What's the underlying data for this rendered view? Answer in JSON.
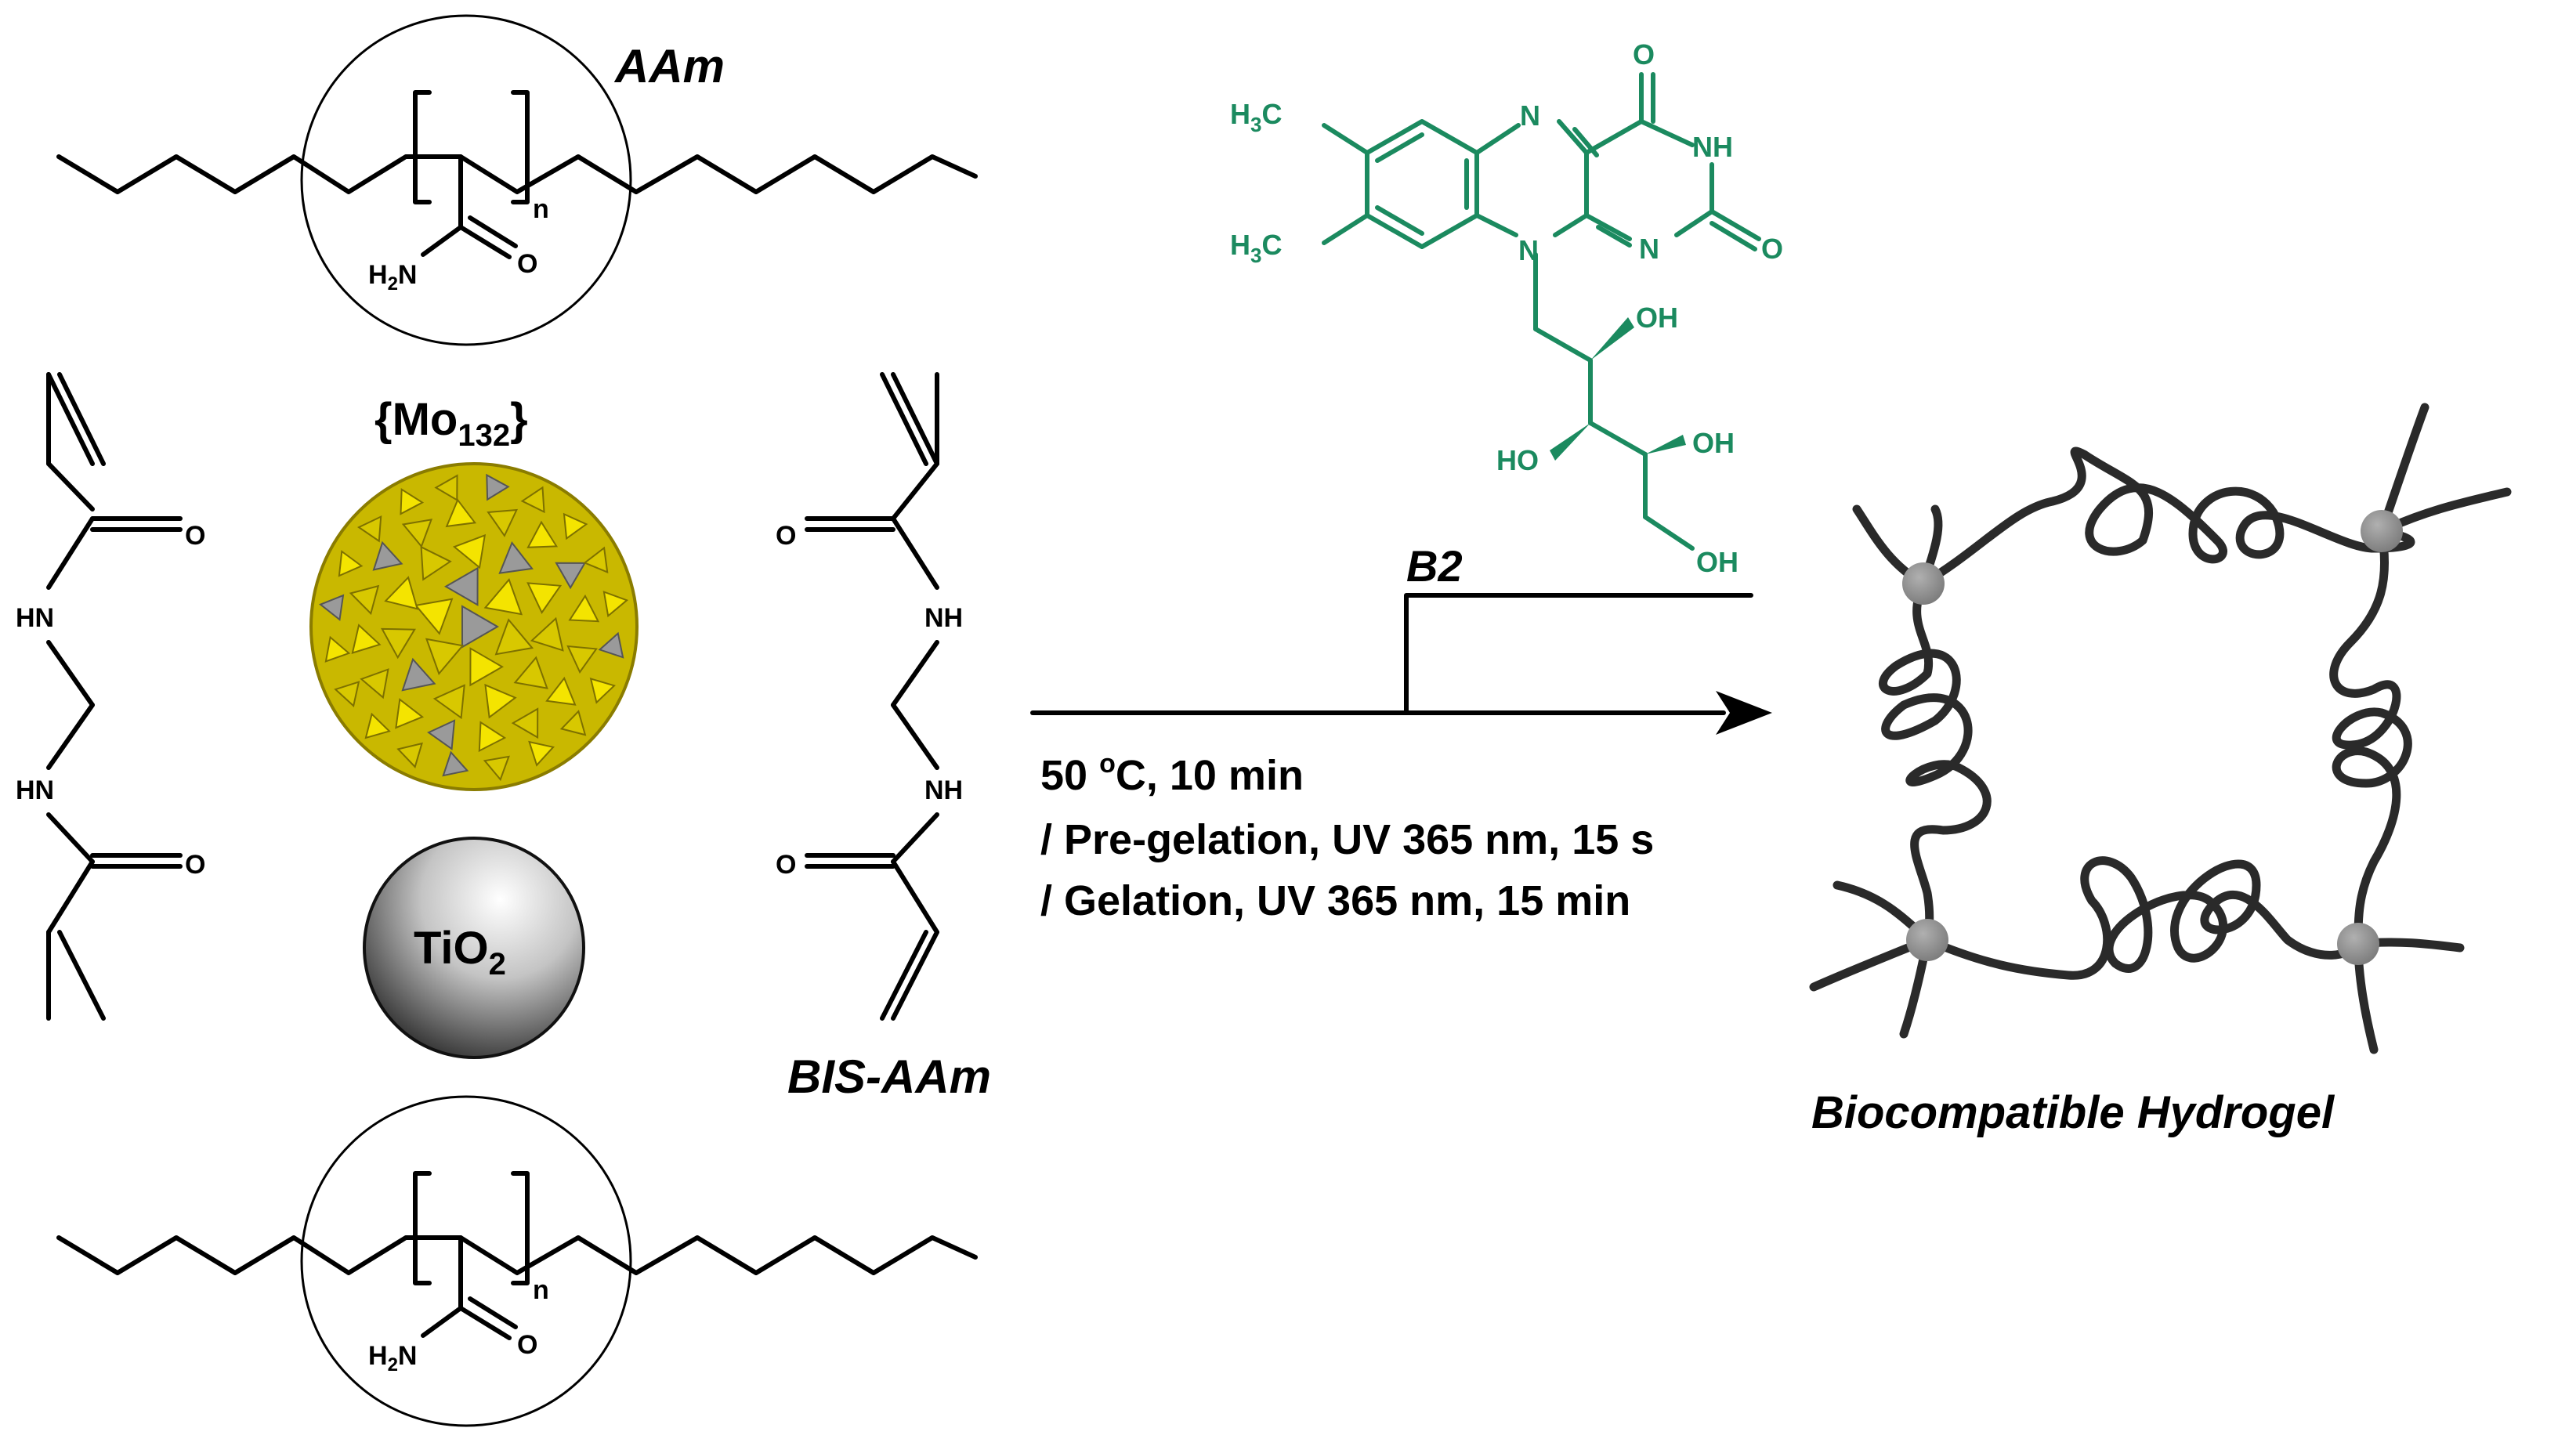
{
  "labels": {
    "aam": "AAm",
    "mo132": "{Mo",
    "mo132_sub": "132",
    "mo132_close": "}",
    "tio2": "TiO",
    "tio2_sub": "2",
    "bis_aam": "BIS-AAm",
    "b2": "B2",
    "product": "Biocompatible Hydrogel",
    "repeat_n": "n"
  },
  "atoms": {
    "o": "O",
    "hn": "HN",
    "nh": "NH",
    "n": "N",
    "oh": "OH",
    "ho": "HO",
    "h2n": "H",
    "h2n_sub": "2",
    "h2n_n": "N",
    "h3c": "H",
    "h3c_sub": "3",
    "h3c_c": "C"
  },
  "conditions": {
    "line1_pre": "50 ",
    "line1_sup": "o",
    "line1_post": "C, 10 min",
    "line2": "/ Pre-gelation, UV 365 nm, 15 s",
    "line3": "/ Gelation, UV 365 nm, 15 min"
  },
  "colors": {
    "riboflavin": "#1b8a5f",
    "polyoxometalate": "#e8d800",
    "crosslink_node": "#8a8a8a"
  }
}
